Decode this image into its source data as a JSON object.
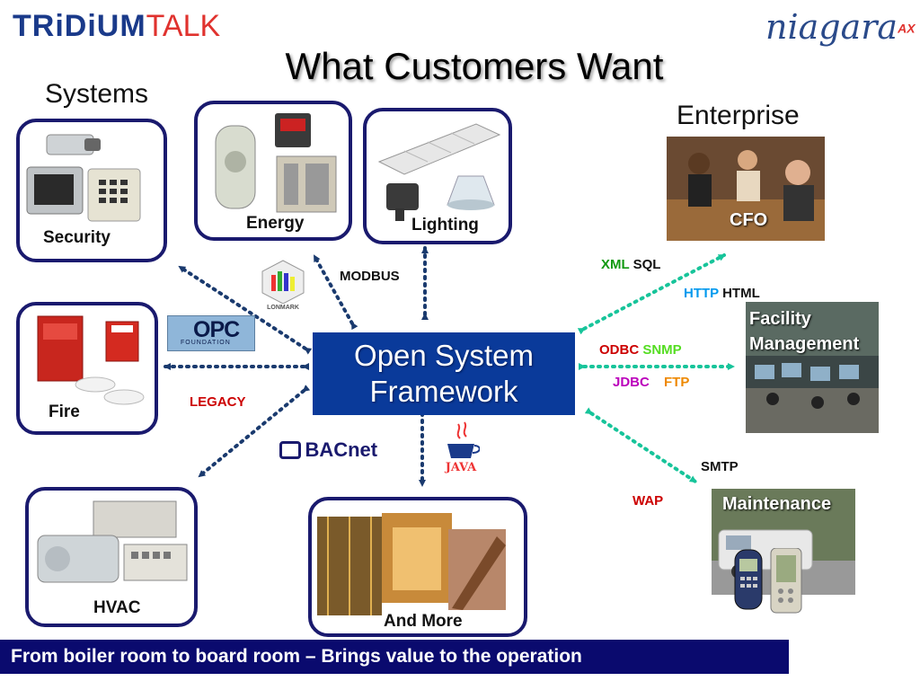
{
  "header": {
    "brand_tridium": "TRiDiUM",
    "brand_talk": "TALK",
    "brand_niagara": "niagara",
    "brand_niagara_sup": "AX",
    "title": "What Customers Want"
  },
  "categories": {
    "systems": "Systems",
    "enterprise": "Enterprise"
  },
  "systems": {
    "security": "Security",
    "energy": "Energy",
    "lighting": "Lighting",
    "fire": "Fire",
    "hvac": "HVAC",
    "more": "And More"
  },
  "center": {
    "line1": "Open System",
    "line2": "Framework"
  },
  "protocols": {
    "modbus": "MODBUS",
    "legacy": "LEGACY",
    "lonmark": "LONMARK",
    "opc": "OPC",
    "opc_sub": "FOUNDATION",
    "bacnet": "BACnet",
    "java": "JAVA",
    "xml": "XML",
    "sql": "SQL",
    "http": "HTTP",
    "html": "HTML",
    "odbc": "ODBC",
    "snmp": "SNMP",
    "jdbc": "JDBC",
    "ftp": "FTP",
    "smtp": "SMTP",
    "wap": "WAP"
  },
  "enterprise": {
    "cfo": "CFO",
    "facility1": "Facility",
    "facility2": "Management",
    "maintenance": "Maintenance"
  },
  "footer": {
    "text": "From boiler room to board room – Brings value to the operation"
  },
  "colors": {
    "navy": "#1a1a6e",
    "center_blue": "#0a3a9a",
    "arrow_navy": "#1a3a6e",
    "arrow_teal": "#17c49a",
    "legacy_red": "#cc0000",
    "xml_green": "#119911",
    "http_blue": "#0099ee",
    "odbc_red": "#cc0000",
    "snmp_green": "#55dd22",
    "jdbc_magenta": "#bb00bb",
    "ftp_orange": "#ee8800"
  }
}
